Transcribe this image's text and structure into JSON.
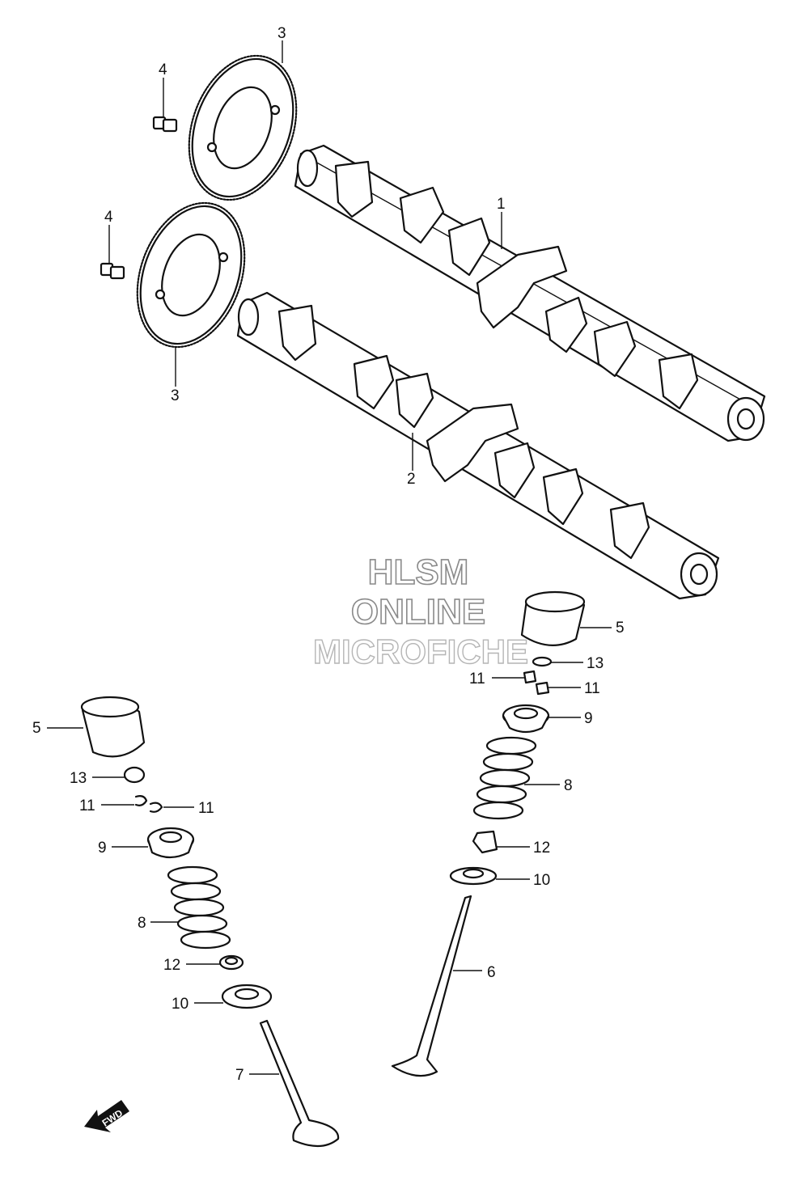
{
  "watermark": {
    "line1": "HLSM",
    "line2": "ONLINE",
    "line3": "MICROFICHE"
  },
  "fwd_label": "FWD",
  "parts": {
    "camshaft_intake": "1",
    "camshaft_exhaust": "2",
    "sprocket_upper": "3",
    "sprocket_lower": "3",
    "bolt_upper": "4",
    "bolt_lower": "4",
    "tappet_right": "5",
    "tappet_left": "5",
    "valve_right": "6",
    "valve_left": "7",
    "spring_right": "8",
    "spring_left": "8",
    "retainer_right": "9",
    "retainer_left": "9",
    "seat_right": "10",
    "seat_left": "10",
    "cotter_right_a": "11",
    "cotter_right_b": "11",
    "cotter_left_a": "11",
    "cotter_left_b": "11",
    "seal_right": "12",
    "seal_left": "12",
    "shim_right": "13",
    "shim_left": "13"
  }
}
